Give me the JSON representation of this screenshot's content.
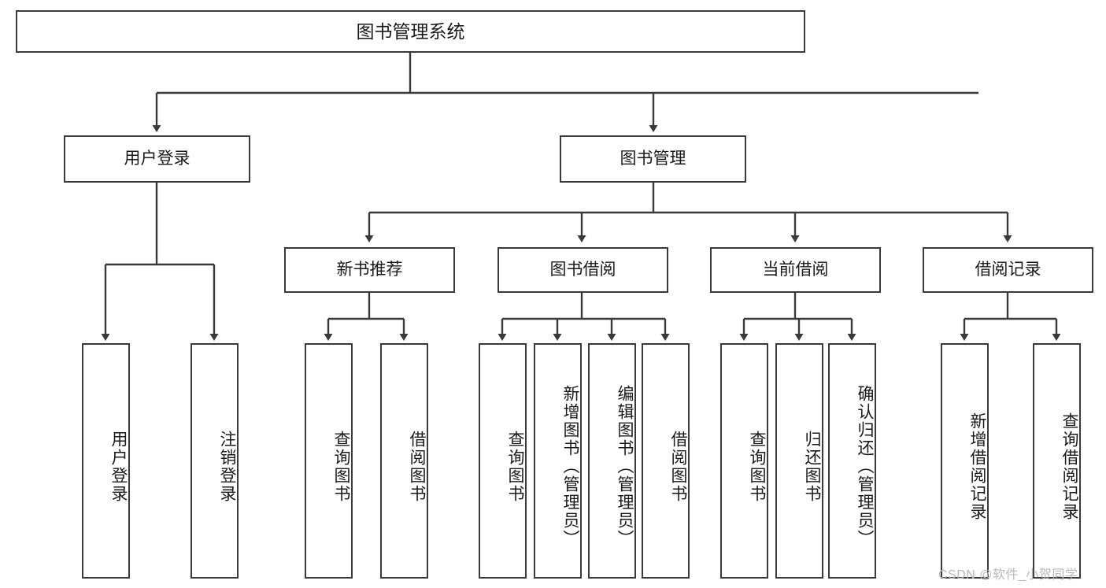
{
  "diagram": {
    "title": "图书管理系统",
    "type": "tree-hierarchy-chart",
    "root": {
      "label": "图书管理系统"
    },
    "level1": [
      {
        "label": "用户登录"
      },
      {
        "label": "图书管理"
      }
    ],
    "level2": [
      {
        "label": "新书推荐"
      },
      {
        "label": "图书借阅"
      },
      {
        "label": "当前借阅"
      },
      {
        "label": "借阅记录"
      }
    ],
    "leaves": {
      "user_login": [
        {
          "label": "用户登录"
        },
        {
          "label": "注销登录"
        }
      ],
      "new_book_recommend": [
        {
          "label": "查询图书"
        },
        {
          "label": "借阅图书"
        }
      ],
      "book_borrow": [
        {
          "label": "查询图书"
        },
        {
          "label": "新增图书（管理员）"
        },
        {
          "label": "编辑图书（管理员）"
        },
        {
          "label": "借阅图书"
        }
      ],
      "current_borrow": [
        {
          "label": "查询图书"
        },
        {
          "label": "归还图书"
        },
        {
          "label": "确认归还（管理员）"
        }
      ],
      "borrow_records": [
        {
          "label": "新增借阅记录"
        },
        {
          "label": "查询借阅记录"
        }
      ]
    }
  },
  "watermark": {
    "text": "CSDN @软件_小贺同学"
  },
  "colors": {
    "stroke": "#3a3a3a",
    "text": "#1a1a1a",
    "background": "#ffffff",
    "watermark": "#b9b9b9"
  }
}
